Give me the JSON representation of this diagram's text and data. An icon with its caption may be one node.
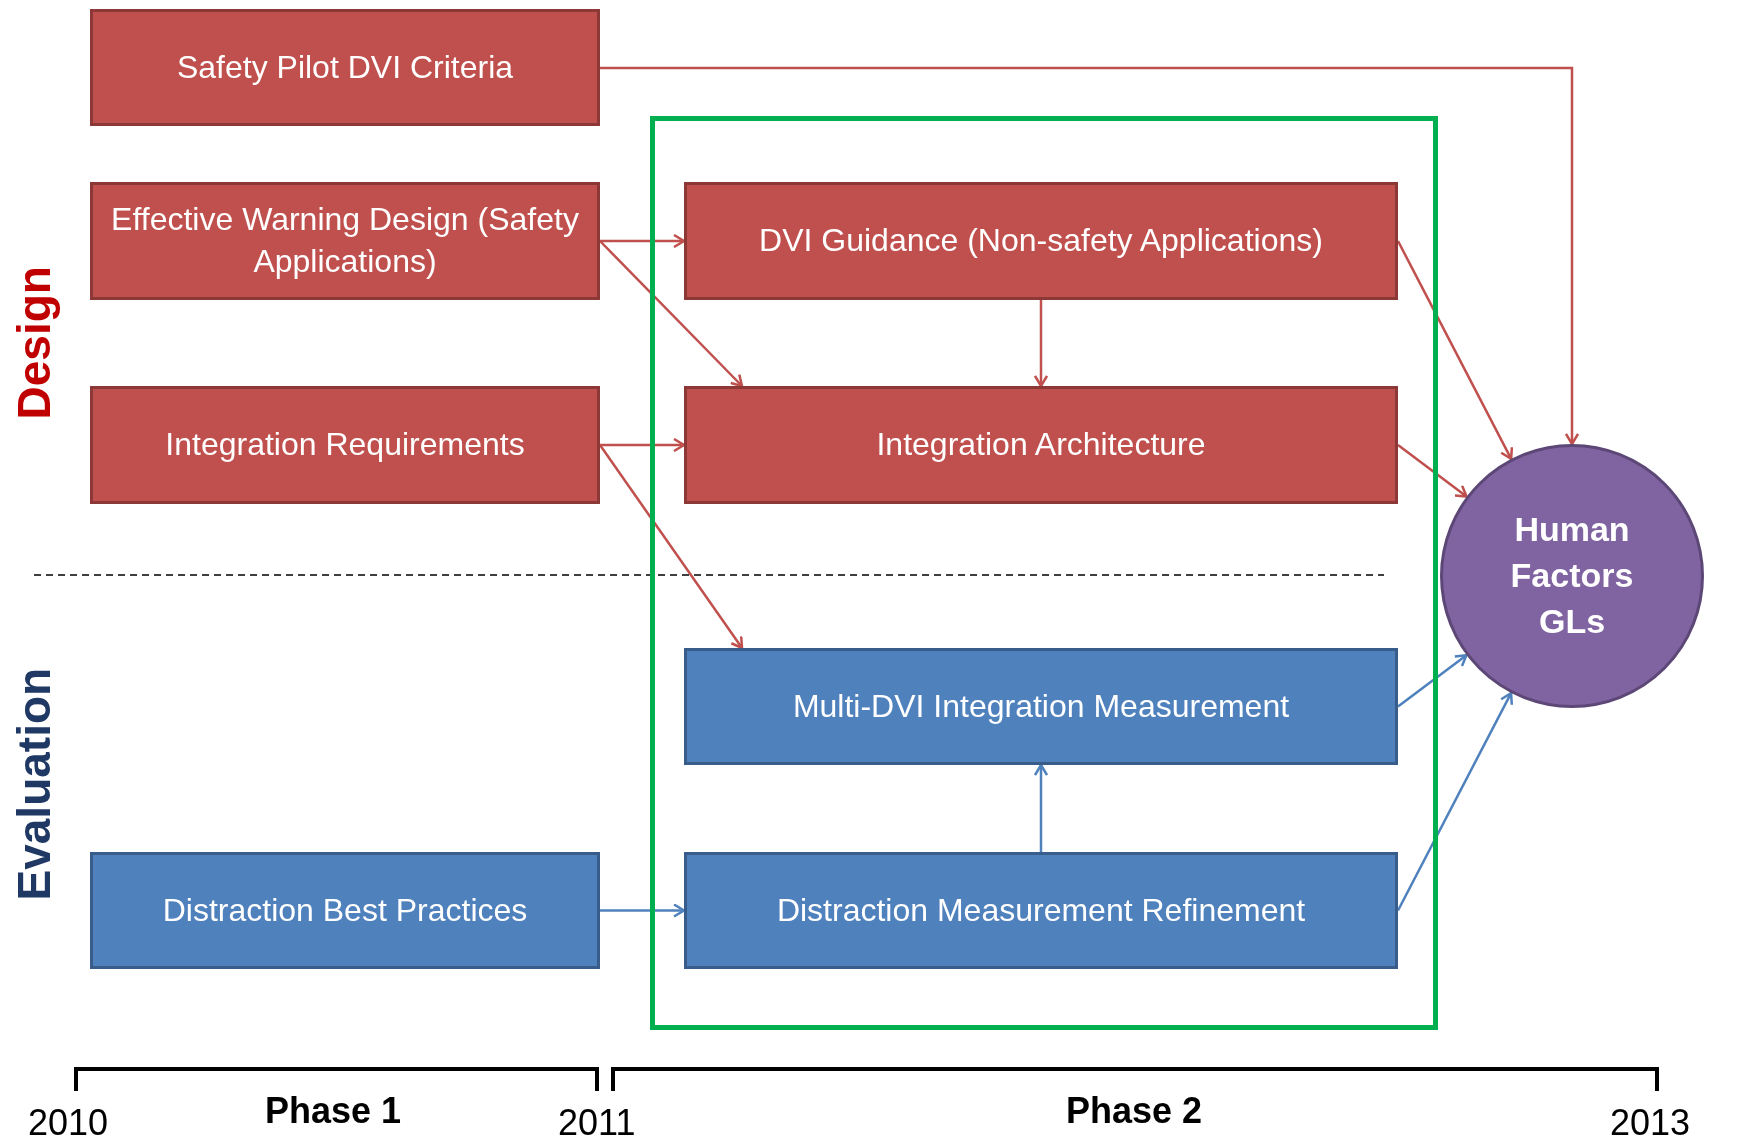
{
  "diagram": {
    "nodes": [
      {
        "text": [
          "Safety Pilot DVI Criteria"
        ]
      },
      {
        "text": [],
        "shape": "box"
      },
      {
        "text": [
          "Effective Warning Design (Safety Applications)"
        ]
      },
      {
        "text": [
          "DVI Guidance (Non-safety Applications)"
        ],
        "in": 1
      },
      {
        "text": [
          "Integration Requirements"
        ]
      },
      {
        "text": [
          "Integration Architecture"
        ],
        "in": 1
      },
      {
        "text": [
          "Multi-DVI Integration Measurement"
        ],
        "in": 1
      },
      {
        "text": [
          "Distraction Best Practices"
        ]
      },
      {
        "text": [
          "Distraction Measurement Refinement"
        ],
        "in": 1
      },
      {
        "text": [
          "Human Factors GLs"
        ]
      }
    ],
    "edges": [
      {
        "from": 0,
        "to": 9,
        "arrow": "to"
      },
      {
        "from": 2,
        "to": 3,
        "arrow": "to"
      },
      {
        "from": 2,
        "to": 5,
        "arrow": "to"
      },
      {
        "from": 4,
        "to": 5,
        "arrow": "to"
      },
      {
        "from": 4,
        "to": 6,
        "arrow": "to"
      },
      {
        "from": 3,
        "to": 5,
        "arrow": "to"
      },
      {
        "from": 3,
        "to": 9,
        "arrow": "to"
      },
      {
        "from": 5,
        "to": 9,
        "arrow": "to"
      },
      {
        "from": 7,
        "to": 8,
        "arrow": "to",
        "color": "#4f81bd"
      },
      {
        "from": 8,
        "to": 6,
        "arrow": "to",
        "color": "#4f81bd"
      },
      {
        "from": 6,
        "to": 9,
        "arrow": "to",
        "color": "#4f81bd"
      },
      {
        "from": 8,
        "to": 9,
        "arrow": "to",
        "color": "#4f81bd"
      }
    ],
    "labels": [
      "Design",
      "Evaluation",
      "2010",
      "Phase 1",
      "2011",
      "Phase 2",
      "2013"
    ]
  }
}
